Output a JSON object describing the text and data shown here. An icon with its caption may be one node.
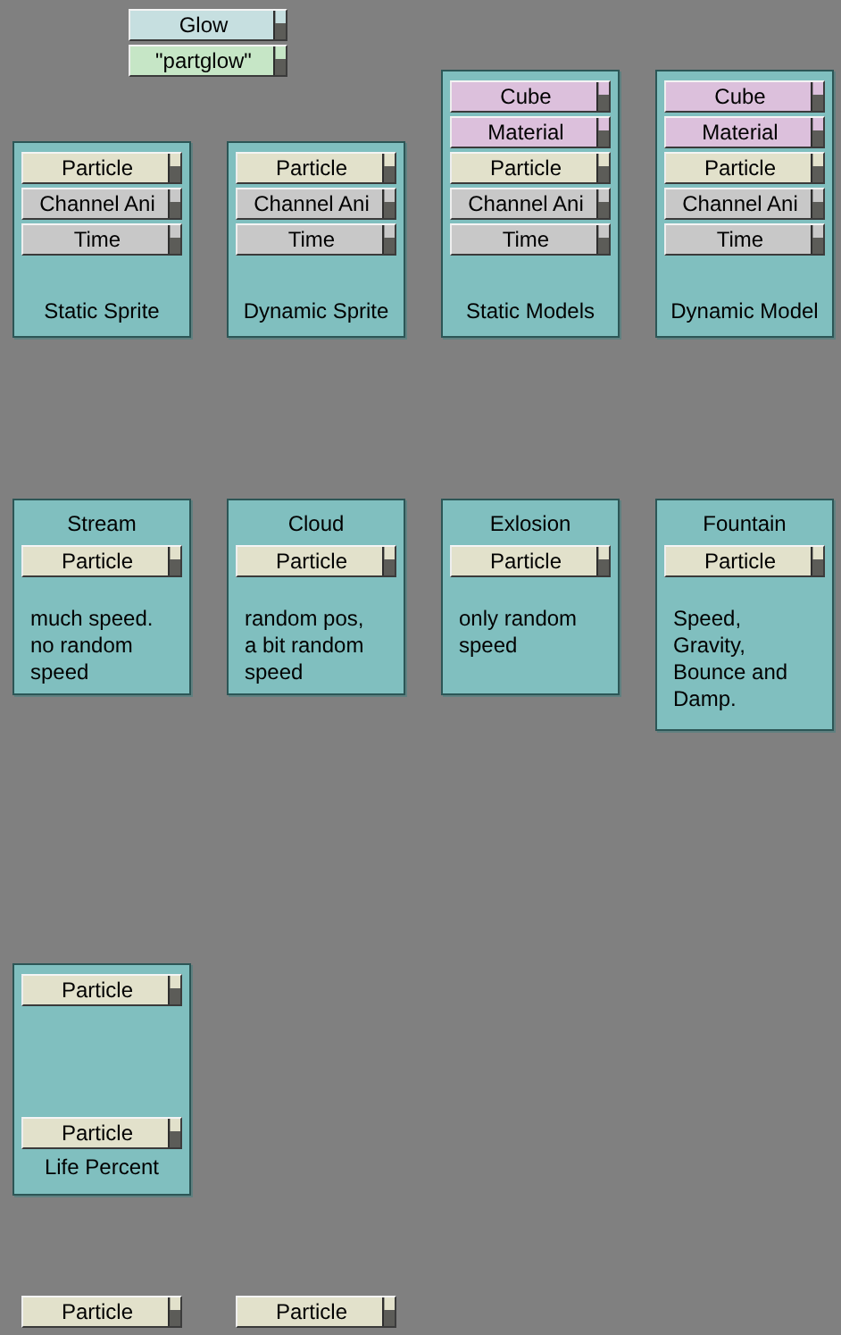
{
  "diagram": {
    "nodes": [
      {
        "text": [
          "Glow"
        ]
      },
      {
        "text": [
          "\"partglow\""
        ]
      },
      {
        "text": [
          "Static Sprite"
        ]
      },
      {
        "text": [
          "Particle"
        ],
        "in": 2
      },
      {
        "text": [
          "Channel Ani"
        ],
        "in": 2
      },
      {
        "text": [
          "Time"
        ],
        "in": 2
      },
      {
        "text": [
          "Dynamic Sprite"
        ]
      },
      {
        "text": [
          "Particle"
        ],
        "in": 6
      },
      {
        "text": [
          "Channel Ani"
        ],
        "in": 6
      },
      {
        "text": [
          "Time"
        ],
        "in": 6
      },
      {
        "text": [
          "Static Models"
        ]
      },
      {
        "text": [
          "Cube"
        ],
        "in": 10
      },
      {
        "text": [
          "Material"
        ],
        "in": 10
      },
      {
        "text": [
          "Particle"
        ],
        "in": 10
      },
      {
        "text": [
          "Channel Ani"
        ],
        "in": 10
      },
      {
        "text": [
          "Time"
        ],
        "in": 10
      },
      {
        "text": [
          "Dynamic Model"
        ]
      },
      {
        "text": [
          "Cube"
        ],
        "in": 16
      },
      {
        "text": [
          "Material"
        ],
        "in": 16
      },
      {
        "text": [
          "Particle"
        ],
        "in": 16
      },
      {
        "text": [
          "Channel Ani"
        ],
        "in": 16
      },
      {
        "text": [
          "Time"
        ],
        "in": 16
      },
      {
        "text": [
          "Stream",
          "much speed. no random speed"
        ]
      },
      {
        "text": [
          "Particle"
        ],
        "in": 22
      },
      {
        "text": [
          "Cloud",
          "random pos, a bit random speed"
        ]
      },
      {
        "text": [
          "Particle"
        ],
        "in": 24
      },
      {
        "text": [
          "Exlosion",
          "only random speed"
        ]
      },
      {
        "text": [
          "Particle"
        ],
        "in": 26
      },
      {
        "text": [
          "Fountain",
          "Speed, Gravity, Bounce and Damp."
        ]
      },
      {
        "text": [
          "Particle"
        ],
        "in": 28
      },
      {
        "text": [
          "Life Percent"
        ]
      },
      {
        "text": [
          "Particle"
        ],
        "in": 30
      },
      {
        "text": [
          "Particle"
        ],
        "in": 30
      },
      {
        "text": [
          "Particle"
        ]
      },
      {
        "text": [
          "Particle"
        ]
      }
    ]
  }
}
